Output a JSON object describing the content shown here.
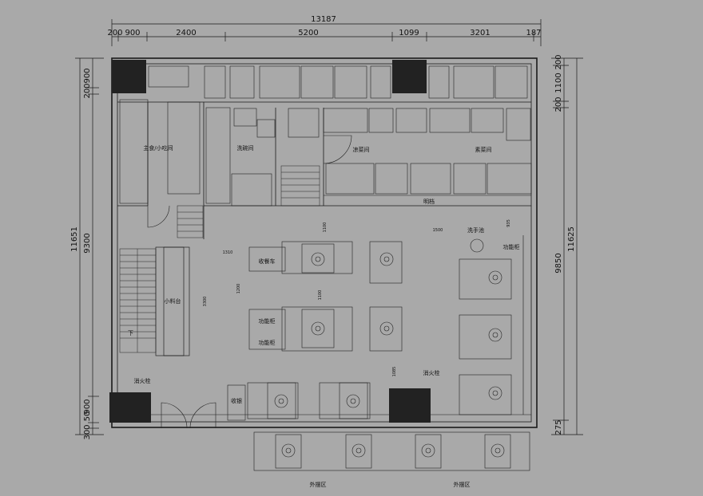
{
  "dimensions": {
    "top_total": "13187",
    "top_segments": [
      "200",
      "900",
      "2400",
      "5200",
      "1099",
      "3201",
      "187"
    ],
    "left_total": "11651",
    "left_mid": "9300",
    "left_top": [
      "900",
      "200"
    ],
    "left_bottom": [
      "50",
      "900",
      "300"
    ],
    "right_total": "11625",
    "right_mid": "9850",
    "right_top": [
      "200",
      "1100",
      "200"
    ],
    "right_bottom": "275",
    "inner": [
      "1100",
      "1500",
      "935",
      "1310",
      "1200",
      "3300",
      "1100",
      "1085"
    ]
  },
  "rooms": {
    "staple_kitchen": "主食/小吃间",
    "wash_room": "洗碗间",
    "cold_room": "凉菜间",
    "veg_room": "素菜间",
    "bright_stall": "明档",
    "hand_sink": "洗手池",
    "dish_cart": "收餐车",
    "side_table": "小料台",
    "function_cabinet_1": "功能柜",
    "function_cabinet_2": "功能柜",
    "function_cabinet_3": "功能柜",
    "cashier": "收银",
    "hydrant_1": "消火栓",
    "hydrant_2": "消火栓",
    "outdoor_1": "外摆区",
    "outdoor_2": "外摆区",
    "stair_down": "下"
  },
  "icons": [
    "door-swing-icon",
    "stair-icon",
    "hotpot-burner-icon",
    "snowflake-icon"
  ]
}
